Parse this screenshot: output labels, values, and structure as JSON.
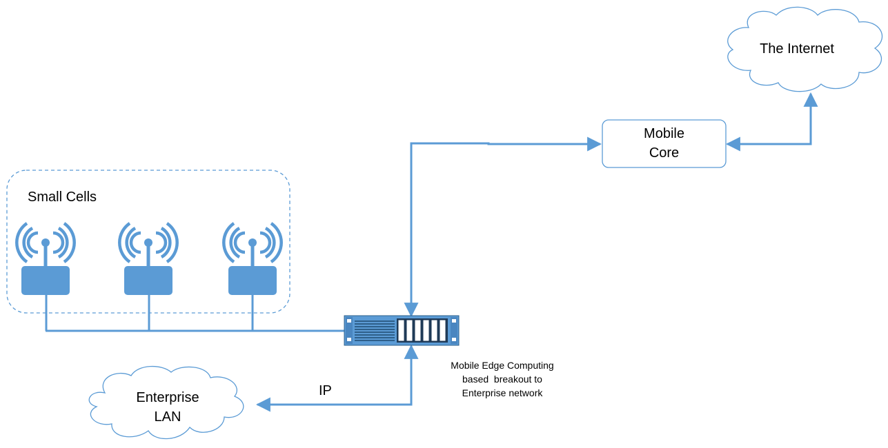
{
  "colors": {
    "line": "#5b9bd5",
    "fill": "#5b9bd5",
    "cloud_stroke": "#5b9bd5",
    "background": "#ffffff"
  },
  "nodes": {
    "internet": {
      "label": "The Internet",
      "icon": "cloud-icon"
    },
    "mobile_core": {
      "label_lines": [
        "Mobile",
        "Core"
      ]
    },
    "small_cells": {
      "label": "Small Cells",
      "count": 3,
      "icon": "antenna-icon"
    },
    "mec_server": {
      "icon": "rack-server-icon"
    },
    "enterprise_lan": {
      "label_lines": [
        "Enterprise",
        "LAN"
      ],
      "icon": "cloud-icon"
    }
  },
  "edges": {
    "ip_link": {
      "label": "IP"
    }
  },
  "caption": {
    "lines": [
      "Mobile Edge Computing",
      "based  breakout to",
      "Enterprise network"
    ]
  }
}
